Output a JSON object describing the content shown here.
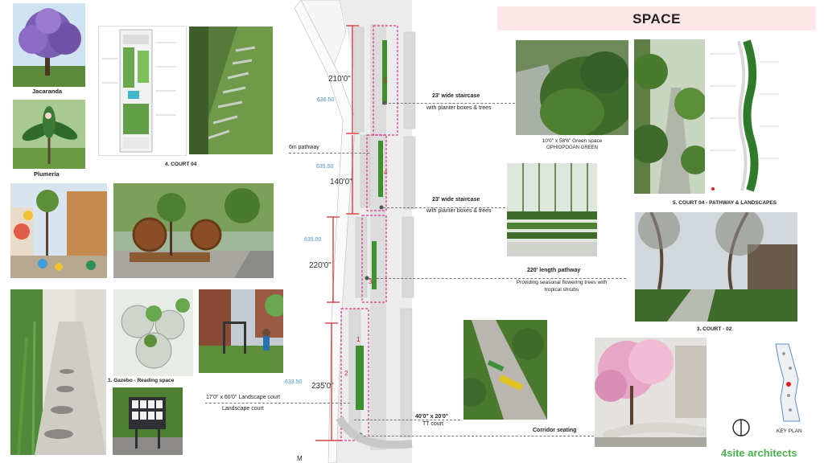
{
  "header": {
    "title": "SPACE"
  },
  "brand": {
    "name": "4site architects"
  },
  "plan": {
    "dimensions": [
      "210'0\"",
      "140'0\"",
      "220'0\"",
      "235'0\""
    ],
    "elevations": [
      "636.50",
      "635.50",
      "635.00",
      "633.50"
    ],
    "zone_numbers": [
      "5",
      "4",
      "3",
      "2",
      "1"
    ],
    "bottom_label": "M"
  },
  "callouts": {
    "staircase_1_title": "23' wide staircase",
    "staircase_1_sub": "with planter boxes & trees",
    "pathway_6m": "6m pathway",
    "staircase_2_title": "23' wide staircase",
    "staircase_2_sub": "with planter boxes & trees",
    "pathway_220_title": "220' length pathway",
    "pathway_220_sub_1": "Providing seasonal flowering trees with",
    "pathway_220_sub_2": "tropical shrubs",
    "landscape_court_title": "17'0\" x 60'0\" Landscape court",
    "landscape_court_sub": "Landscape court",
    "tt_court_title": "40'0\" x 20'0\"",
    "tt_court_sub": "TT court",
    "corridor_seating": "Corridor seating"
  },
  "captions": {
    "jacaranda": "Jacaranda",
    "plumeria": "Plumeria",
    "court_04": "4. COURT 04",
    "gazebo": "1. Gazebo - Reading space",
    "green_space": "10'0\" x 58'6\" Green space",
    "ophiopogan": "OPHIOPOGAN GREEN",
    "court_04_pathway": "5. COURT 04 - PATHWAY & LANDSCAPES",
    "court_02": "3. COURT - 02",
    "key_plan": "KEY PLAN"
  },
  "colors": {
    "dimension_line": "#d42020",
    "zone_outline": "#e0338a",
    "elevation_text": "#4a90c8",
    "brand_green": "#4caf50",
    "title_band": "#fde4e6"
  }
}
